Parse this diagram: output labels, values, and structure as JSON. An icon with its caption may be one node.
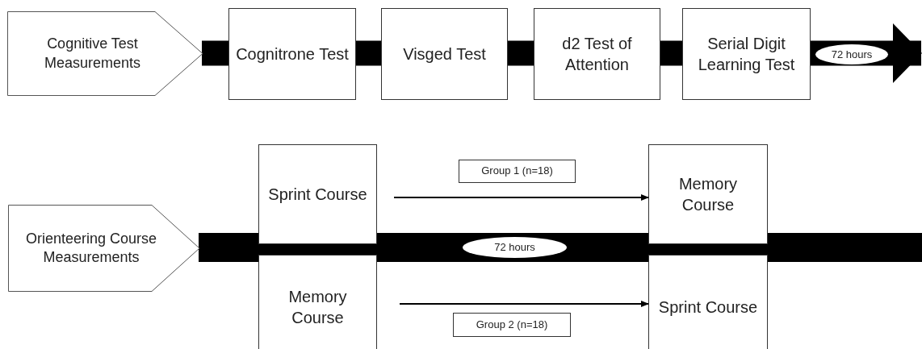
{
  "diagram": {
    "nodes": [
      {
        "text": [
          "Cognitive Test Measurements"
        ]
      },
      {
        "text": [
          "Cognitrone Test"
        ]
      },
      {
        "text": [
          "Visged Test"
        ]
      },
      {
        "text": [
          "d2 Test of Attention"
        ]
      },
      {
        "text": [
          "Serial Digit Learning Test"
        ]
      },
      {
        "text": [
          "Orienteering Course Measurements"
        ]
      },
      {
        "text": [
          "Sprint Course"
        ]
      },
      {
        "text": [
          "Memory Course"
        ]
      },
      {
        "text": [
          "Memory Course"
        ]
      },
      {
        "text": [
          "Sprint Course"
        ]
      },
      {
        "text": [
          "Group 1 (n=18)"
        ]
      },
      {
        "text": [
          "Group 2 (n=18)"
        ]
      }
    ],
    "edges": [
      {
        "from": 0,
        "to": 1,
        "arrow": "none"
      },
      {
        "from": 1,
        "to": 2,
        "arrow": "none"
      },
      {
        "from": 2,
        "to": 3,
        "arrow": "none"
      },
      {
        "from": 3,
        "to": 4,
        "arrow": "none"
      },
      {
        "from": 4,
        "to": null,
        "arrow": "to",
        "label": "72 hours"
      },
      {
        "from": 5,
        "to": null,
        "arrow": "none",
        "label": "72 hours"
      },
      {
        "from": 6,
        "to": 8,
        "arrow": "to"
      },
      {
        "from": 7,
        "to": 9,
        "arrow": "to"
      }
    ]
  }
}
